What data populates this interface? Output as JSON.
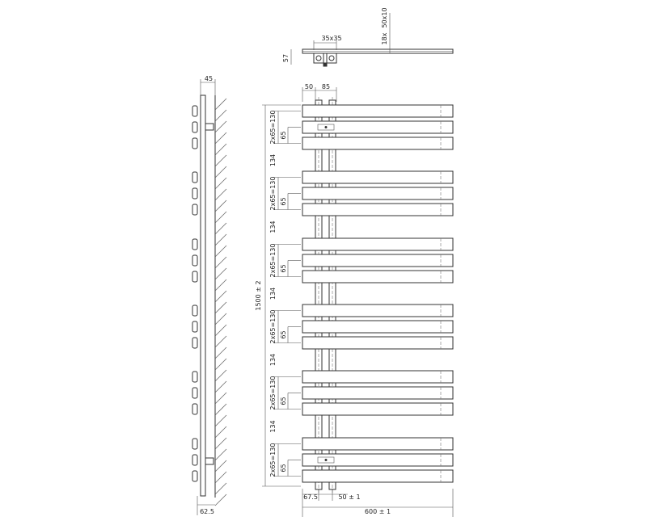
{
  "top_view": {
    "dim_bracket": "35x35",
    "dim_depth": "57",
    "dim_flat": "50x10",
    "dim_thickness": "18x"
  },
  "side_view": {
    "dim_width": "45",
    "dim_wall_offset": "62.5"
  },
  "front_view": {
    "dim_left_offset": "50",
    "dim_col_spacing": "85",
    "dim_total_height": "1500 ± 2",
    "dim_group": "2x65=130",
    "dim_pitch": "65",
    "dim_gap": "134",
    "dim_bottom_left": "67.5",
    "dim_bottom_pitch": "50 ± 1",
    "dim_total_width": "600 ± 1"
  },
  "bar_groups": 6
}
